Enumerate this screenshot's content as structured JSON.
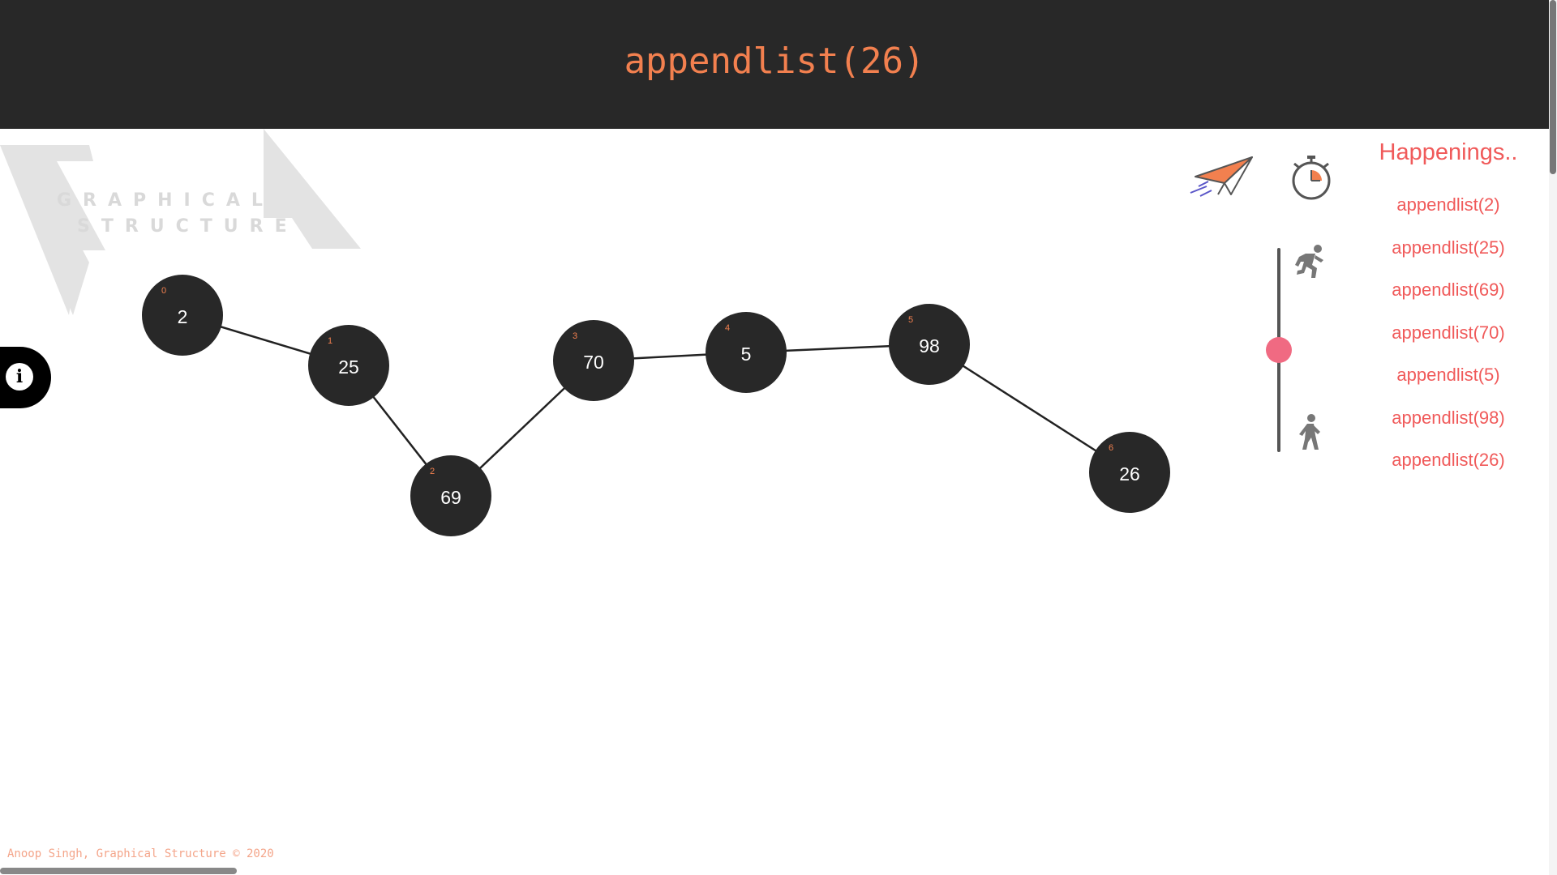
{
  "header": {
    "title": "appendlist(26)"
  },
  "linked_list": {
    "nodes": [
      {
        "index": "0",
        "value": "2"
      },
      {
        "index": "1",
        "value": "25"
      },
      {
        "index": "2",
        "value": "69"
      },
      {
        "index": "3",
        "value": "70"
      },
      {
        "index": "4",
        "value": "5"
      },
      {
        "index": "5",
        "value": "98"
      },
      {
        "index": "6",
        "value": "26"
      }
    ]
  },
  "watermark": {
    "line1": "GRAPHICAL",
    "line2": "STRUCTURE"
  },
  "controls": {
    "send_icon": "paper-plane-icon",
    "timer_icon": "stopwatch-icon",
    "speed": {
      "fast_icon": "running-person-icon",
      "slow_icon": "walking-person-icon",
      "level": 0.5
    }
  },
  "info": {
    "icon": "info-icon",
    "glyph": "i"
  },
  "happenings": {
    "title": "Happenings..",
    "items": [
      "appendlist(2)",
      "appendlist(25)",
      "appendlist(69)",
      "appendlist(70)",
      "appendlist(5)",
      "appendlist(98)",
      "appendlist(26)"
    ]
  },
  "footer": {
    "text": "Anoop Singh, Graphical Structure © 2020"
  },
  "colors": {
    "header_bg": "#282828",
    "accent": "#f2804f",
    "node_bg": "#282828",
    "happenings": "#f05a5a",
    "slider_thumb": "#f06a82"
  }
}
